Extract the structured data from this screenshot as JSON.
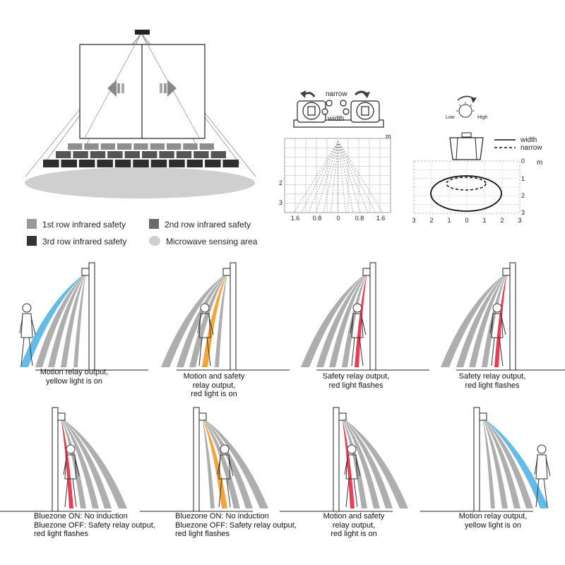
{
  "legend": [
    {
      "label": "1st row infrared safety",
      "color": "#9a9a9a"
    },
    {
      "label": "2nd row infrared safety",
      "color": "#6a6a6a"
    },
    {
      "label": "3rd row infrared safety",
      "color": "#333333"
    },
    {
      "label": "Microwave sensing area",
      "color": "#cfcfcf"
    }
  ],
  "width_adjust": {
    "narrow_label": "narrow",
    "width_label": "width",
    "unit": "m",
    "y_ticks": [
      "2",
      "3"
    ],
    "x_ticks": [
      "1.6",
      "0.8",
      "0",
      "0.8",
      "1.6"
    ]
  },
  "sensitivity": {
    "low_label": "Low",
    "high_label": "High",
    "legend_width": "width",
    "legend_narrow": "narrow",
    "unit": "m",
    "y_ticks": [
      "0",
      "1",
      "2",
      "3"
    ],
    "x_ticks": [
      "3",
      "2",
      "1",
      "0",
      "1",
      "2",
      "3"
    ]
  },
  "scenarios_row1": [
    {
      "lines": [
        "Motion relay output,",
        "yellow light is on"
      ]
    },
    {
      "lines": [
        "Motion and safety",
        "relay output,",
        "red light is on"
      ]
    },
    {
      "lines": [
        "Safety relay output,",
        "red light flashes"
      ]
    },
    {
      "lines": [
        "Safety relay output,",
        "red light flashes"
      ]
    }
  ],
  "scenarios_row2": [
    {
      "lines": [
        "Bluezone ON: No induction",
        "Bluezone OFF: Safety relay output,",
        "red light flashes"
      ]
    },
    {
      "lines": [
        "Bluezone ON: No induction",
        "Bluezone OFF: Safety relay output,",
        "red light flashes"
      ]
    },
    {
      "lines": [
        "Motion and safety",
        "relay output,",
        "red light is on"
      ]
    },
    {
      "lines": [
        "Motion relay output,",
        "yellow light is on"
      ]
    }
  ],
  "colors": {
    "blue": "#5bb8e6",
    "orange": "#f0a030",
    "red": "#e8334a",
    "gray": "#9a9a9a"
  }
}
